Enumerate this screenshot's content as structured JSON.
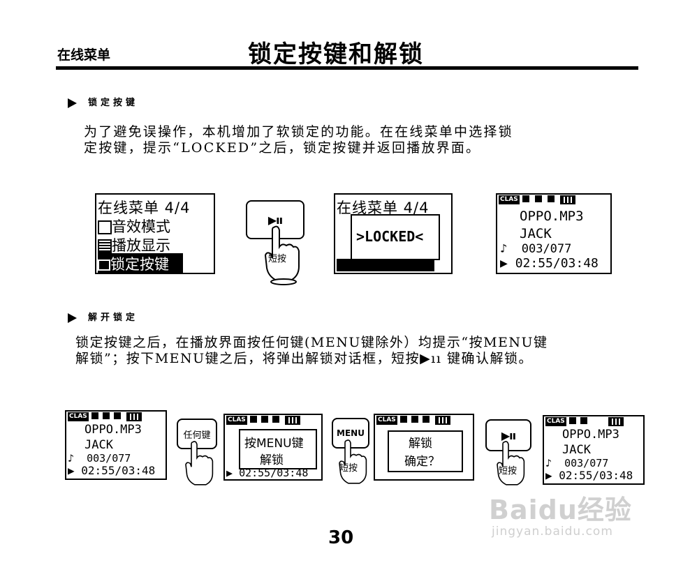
{
  "header": {
    "section": "在线菜单",
    "title": "锁定按键和解锁",
    "page_number": "30"
  },
  "lock_section": {
    "heading": "锁定按键",
    "text_line1": "为了避免误操作，本机增加了软锁定的功能。在在线菜单中选择锁",
    "text_line2": "定按键，提示“LOCKED”之后，锁定按键并返回播放界面。",
    "menu": {
      "header": "在线菜单 4/4",
      "item1": "音效模式",
      "item2": "播放显示",
      "item3": "锁定按键"
    },
    "locked_popup": ">LOCKED<",
    "press_label": "短按"
  },
  "player": {
    "status_tag": "CLAS",
    "file": "OPPO.MP3",
    "artist": "JACK",
    "track": "003/077",
    "time": "02:55/03:48"
  },
  "unlock_section": {
    "heading": "解开锁定",
    "text_line1": "锁定按键之后，在播放界面按任何键(MENU键除外）均提示“按MENU键",
    "text_line2": "解锁”；按下MENU键之后，将弹出解锁对话框，短按▶ıı 键确认解锁。",
    "any_key_label": "任何键",
    "popup_line1": "按MENU键",
    "popup_line2": "解锁",
    "menu_button": "MENU",
    "press_label": "短按",
    "confirm_line1": "解锁",
    "confirm_line2": "确定？"
  },
  "play_pause_symbol": "▶ıı",
  "watermark": {
    "brand": "Baidu经验",
    "url": "jingyan.baidu.com"
  }
}
